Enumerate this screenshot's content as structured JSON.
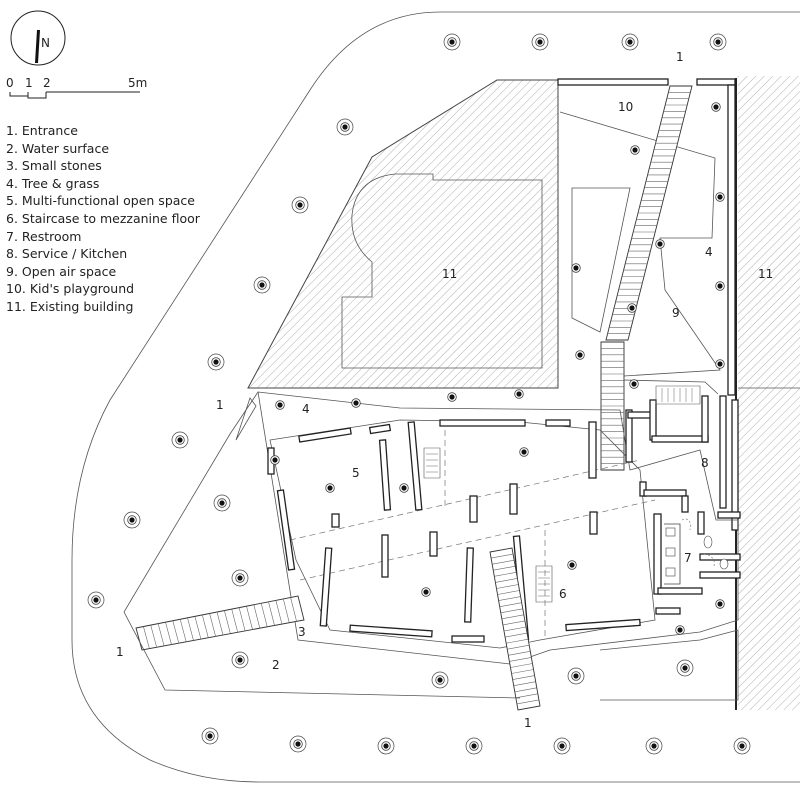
{
  "north": {
    "label": "N"
  },
  "scale": {
    "ticks": [
      "0",
      "1",
      "2",
      "5m"
    ]
  },
  "legend": [
    "1. Entrance",
    "2. Water surface",
    "3. Small stones",
    "4. Tree & grass",
    "5. Multi-functional open space",
    "6. Staircase to mezzanine floor",
    "7. Restroom",
    "8. Service / Kitchen",
    "9. Open air space",
    "10. Kid's playground",
    "11. Existing building"
  ],
  "plan_labels": {
    "entrance_top": "1",
    "entrance_left": "1",
    "entrance_bottom_left": "1",
    "entrance_bottom": "1",
    "water_surface": "2",
    "small_stones": "3",
    "tree_grass_top": "4",
    "tree_grass_right": "4",
    "open_space": "5",
    "staircase": "6",
    "restroom": "7",
    "service_kitchen": "8",
    "open_air": "9",
    "playground": "10",
    "existing_center": "11",
    "existing_right": "11"
  }
}
